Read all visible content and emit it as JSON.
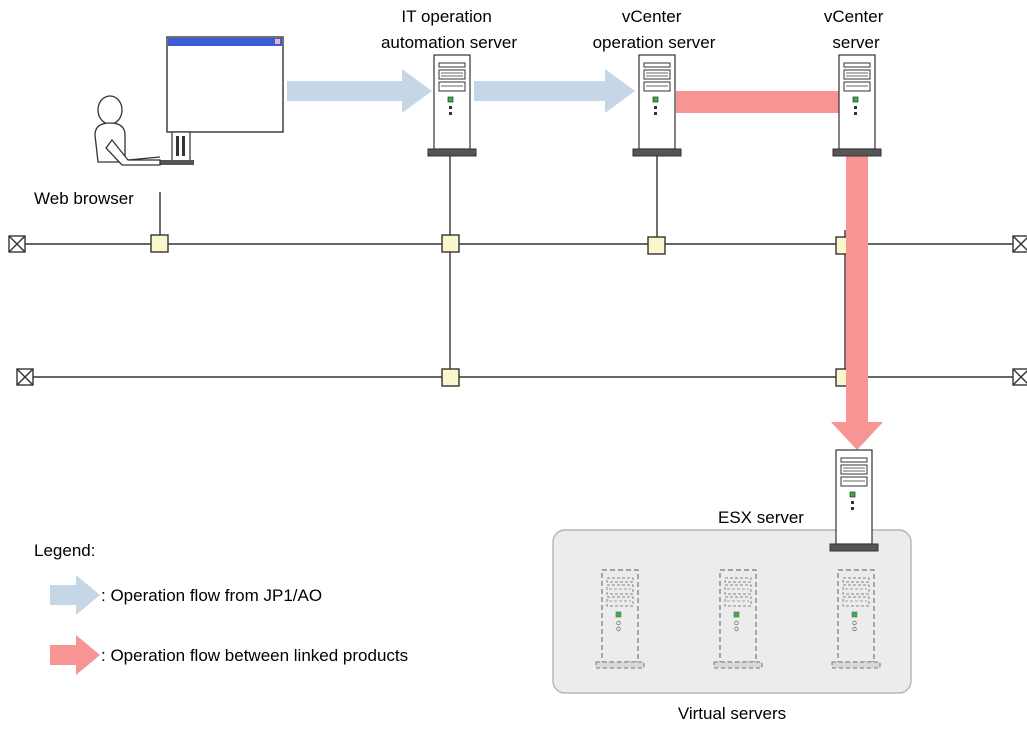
{
  "nodes": {
    "web_browser": {
      "label": "Web browser"
    },
    "it_server": {
      "label_lines": [
        "IT operation",
        "automation server"
      ]
    },
    "vcenter_op_server": {
      "label_lines": [
        "vCenter",
        "operation server"
      ]
    },
    "vcenter_server": {
      "label_lines": [
        "vCenter",
        "server"
      ]
    },
    "esx_server": {
      "label": "ESX server"
    },
    "virtual_servers": {
      "label": "Virtual servers",
      "count": 3
    }
  },
  "networks": {
    "count": 2
  },
  "flows": [
    {
      "kind": "jp1ao",
      "from": "web_browser",
      "to": "it_server"
    },
    {
      "kind": "jp1ao",
      "from": "it_server",
      "to": "vcenter_op_server"
    },
    {
      "kind": "linked",
      "from": "vcenter_op_server",
      "to": "vcenter_server"
    },
    {
      "kind": "linked",
      "from": "vcenter_server",
      "to": "esx_server"
    }
  ],
  "legend": {
    "title": "Legend:",
    "items": [
      {
        "kind": "jp1ao",
        "label": ": Operation flow from JP1/AO"
      },
      {
        "kind": "linked",
        "label": ": Operation flow between linked products"
      }
    ]
  },
  "colors": {
    "jp1ao_flow": "#c5d6e6",
    "linked_flow": "#f79595",
    "connector_fill": "#fbf7cc",
    "virtual_group_fill": "#ececec",
    "server_body": "#ffffff",
    "monitor_titlebar": "#3d5bd6"
  }
}
